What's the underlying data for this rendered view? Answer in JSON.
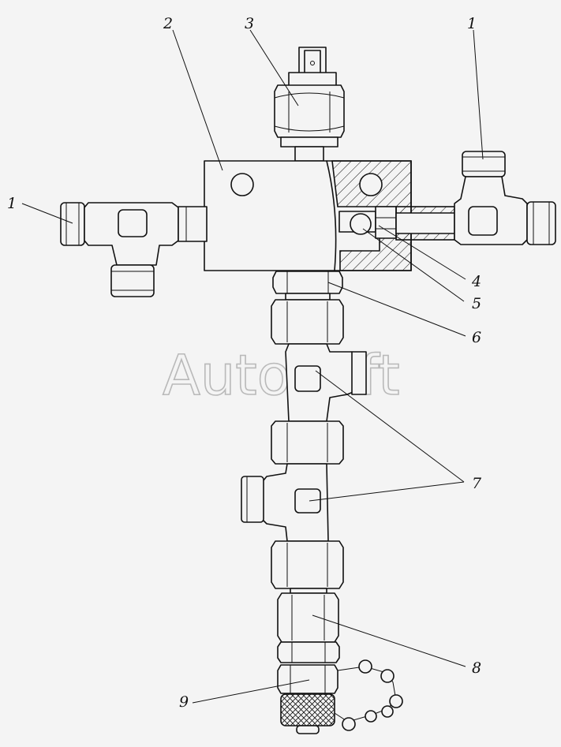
{
  "watermark": "AutoSoft",
  "callouts": {
    "c1_left": "1",
    "c1_right": "1",
    "c2": "2",
    "c3": "3",
    "c4": "4",
    "c5": "5",
    "c6": "6",
    "c7": "7",
    "c8": "8",
    "c9": "9"
  }
}
